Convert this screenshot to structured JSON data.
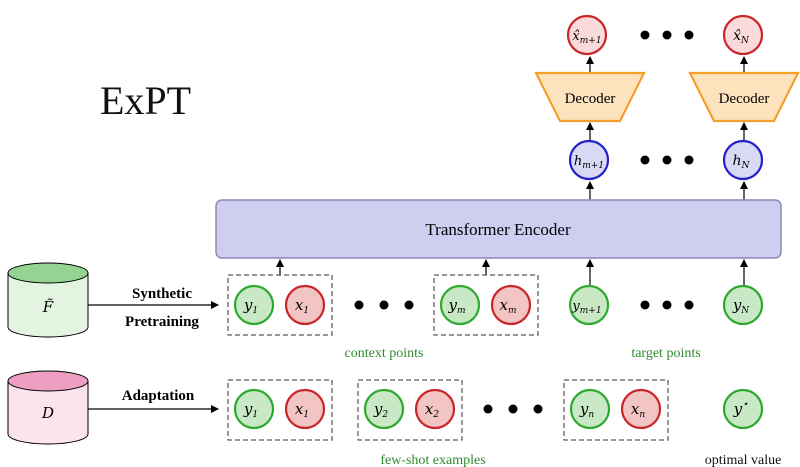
{
  "title": "ExPT",
  "encoder": {
    "label": "Transformer Encoder"
  },
  "decoders": [
    {
      "label": "Decoder"
    },
    {
      "label": "Decoder"
    }
  ],
  "outputs": [
    "x̂",
    "x̂"
  ],
  "output_subs": [
    "m+1",
    "N"
  ],
  "hidden": [
    "h",
    "h"
  ],
  "hidden_subs": [
    "m+1",
    "N"
  ],
  "databases": [
    {
      "symbol": "F̃",
      "label": "Synthetic Pretraining",
      "label_lines": [
        "Synthetic",
        "Pretraining"
      ]
    },
    {
      "symbol": "D",
      "label": "Adaptation",
      "label_lines": [
        "Adaptation"
      ]
    }
  ],
  "pretrain_row": {
    "context_pairs": [
      {
        "y": "y",
        "y_sub": "1",
        "x": "x",
        "x_sub": "1"
      },
      {
        "y": "y",
        "y_sub": "m",
        "x": "x",
        "x_sub": "m"
      }
    ],
    "targets": [
      {
        "y": "y",
        "y_sub": "m+1"
      },
      {
        "y": "y",
        "y_sub": "N"
      }
    ],
    "context_label": "context points",
    "target_label": "target points"
  },
  "adapt_row": {
    "pairs": [
      {
        "y": "y",
        "y_sub": "1",
        "x": "x",
        "x_sub": "1"
      },
      {
        "y": "y",
        "y_sub": "2",
        "x": "x",
        "x_sub": "2"
      },
      {
        "y": "y",
        "y_sub": "n",
        "x": "x",
        "x_sub": "n"
      }
    ],
    "optimal": {
      "y": "y",
      "sup": "⋆"
    },
    "fewshot_label": "few-shot examples",
    "optimal_label": "optimal value"
  },
  "colors": {
    "green_fill": "#c9e9c6",
    "green_stroke": "#2fa82f",
    "red_fill": "#f2c4c4",
    "red_stroke": "#c8262a",
    "blue_fill": "#d9d9f5",
    "blue_stroke": "#2222cc",
    "pink_fill": "#fadada",
    "encoder_fill": "#cfcdf0",
    "encoder_stroke": "#8a88b8",
    "decoder_fill": "#fde3bd",
    "decoder_stroke": "#f5a02a",
    "db_green_top": "#93d492",
    "db_green_body": "#e3f5e1",
    "db_pink_top": "#ee9ec0",
    "db_pink_body": "#fbe4ee",
    "label_green": "#2e8b2e"
  }
}
